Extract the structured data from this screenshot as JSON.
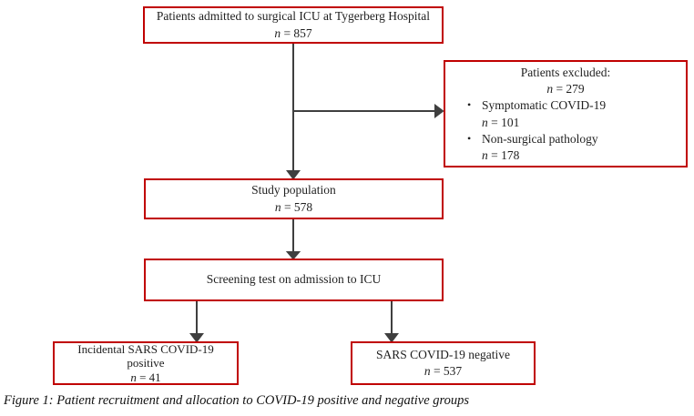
{
  "colors": {
    "box_border": "#c00000",
    "arrow": "#3f3f3f",
    "text": "#1f1f1f"
  },
  "flowchart": {
    "admitted": {
      "label": "Patients admitted to surgical ICU at Tygerberg Hospital",
      "n_symbol": "n",
      "n_value": "= 857"
    },
    "excluded": {
      "title": "Patients excluded:",
      "n_symbol": "n",
      "n_value": "= 279",
      "bullet_glyph": "•",
      "items": [
        {
          "label": "Symptomatic COVID-19",
          "n_symbol": "n",
          "n_value": "= 101"
        },
        {
          "label": "Non-surgical pathology",
          "n_symbol": "n",
          "n_value": "= 178"
        }
      ]
    },
    "study": {
      "label": "Study population",
      "n_symbol": "n",
      "n_value": "= 578"
    },
    "screening": {
      "label": "Screening test on admission to ICU"
    },
    "positive": {
      "label_line1": "Incidental SARS COVID-19",
      "label_line2": "positive",
      "n_symbol": "n",
      "n_value": "= 41"
    },
    "negative": {
      "label": "SARS COVID-19 negative",
      "n_symbol": "n",
      "n_value": "= 537"
    }
  },
  "caption": "Figure 1: Patient recruitment and allocation to COVID-19 positive and negative groups"
}
